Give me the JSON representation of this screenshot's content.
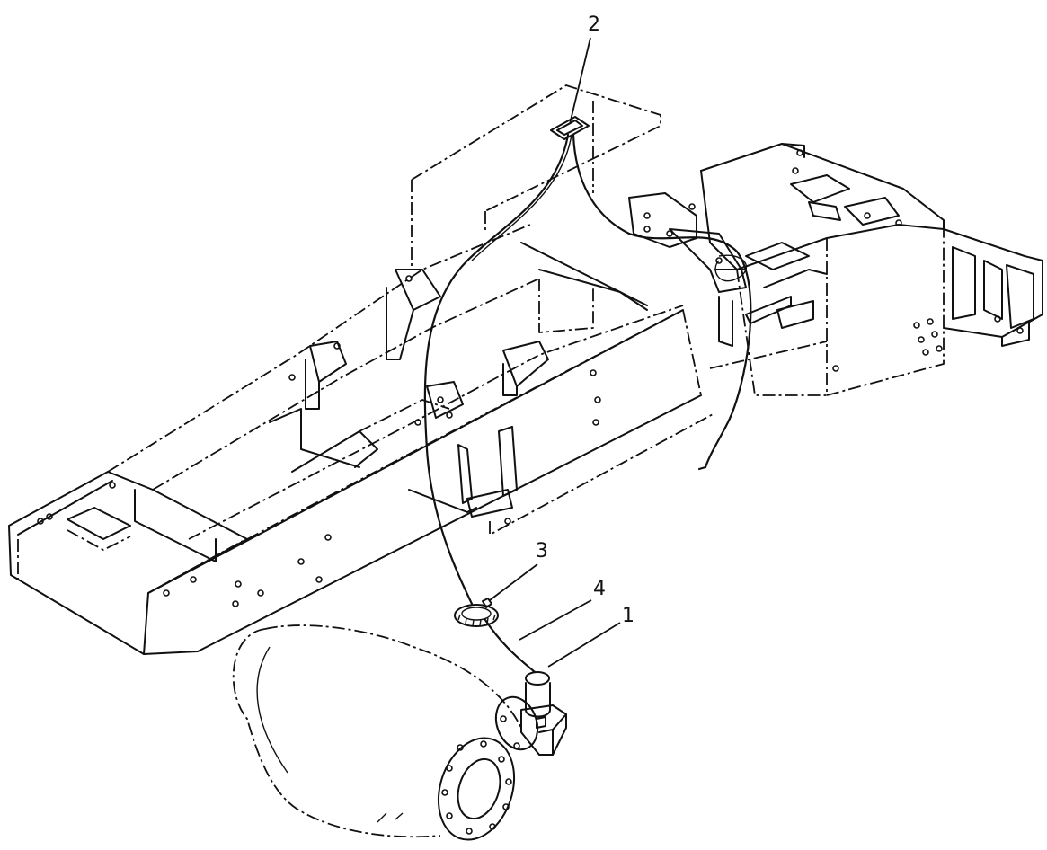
{
  "figure": {
    "callouts": [
      {
        "id": "callout-1",
        "label": "1"
      },
      {
        "id": "callout-2",
        "label": "2"
      },
      {
        "id": "callout-3",
        "label": "3"
      },
      {
        "id": "callout-4",
        "label": "4"
      }
    ],
    "colors": {
      "ink": "#111111",
      "paper": "#ffffff"
    }
  }
}
